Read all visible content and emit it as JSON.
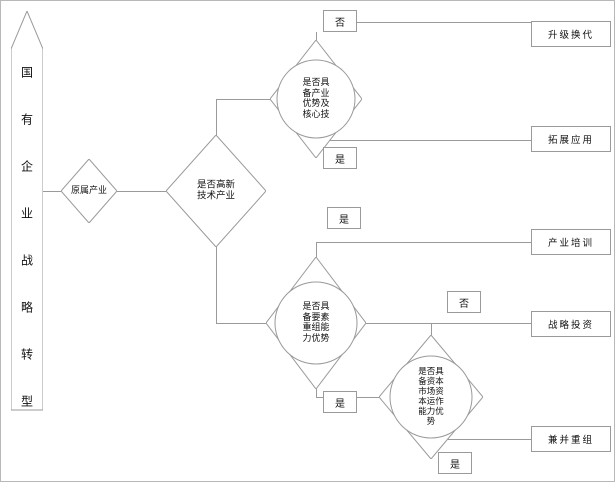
{
  "banner": {
    "text": "国有企业战略转型"
  },
  "decisions": {
    "origin": {
      "label": "原属产业"
    },
    "hightech": {
      "label": "是否高新技术产业"
    },
    "industry_advantage": {
      "label": "是否具备产业优势及核心技"
    },
    "factor_reorg": {
      "label": "是否具备要素重组能力优势"
    },
    "capital_market": {
      "label": "是否具备资本市场资本运作能力优势"
    }
  },
  "branch_labels": {
    "top_no": "否",
    "top_yes": "是",
    "mid_yes": "是",
    "mid_no": "否",
    "bottom_yes": "是",
    "final_yes": "是"
  },
  "outcomes": {
    "upgrade": "升级换代",
    "expand": "拓展应用",
    "training": "产业培训",
    "investment": "战略投资",
    "merger": "兼并重组"
  },
  "colors": {
    "line": "#9a9a9a",
    "background": "#ffffff",
    "text": "#111111"
  }
}
